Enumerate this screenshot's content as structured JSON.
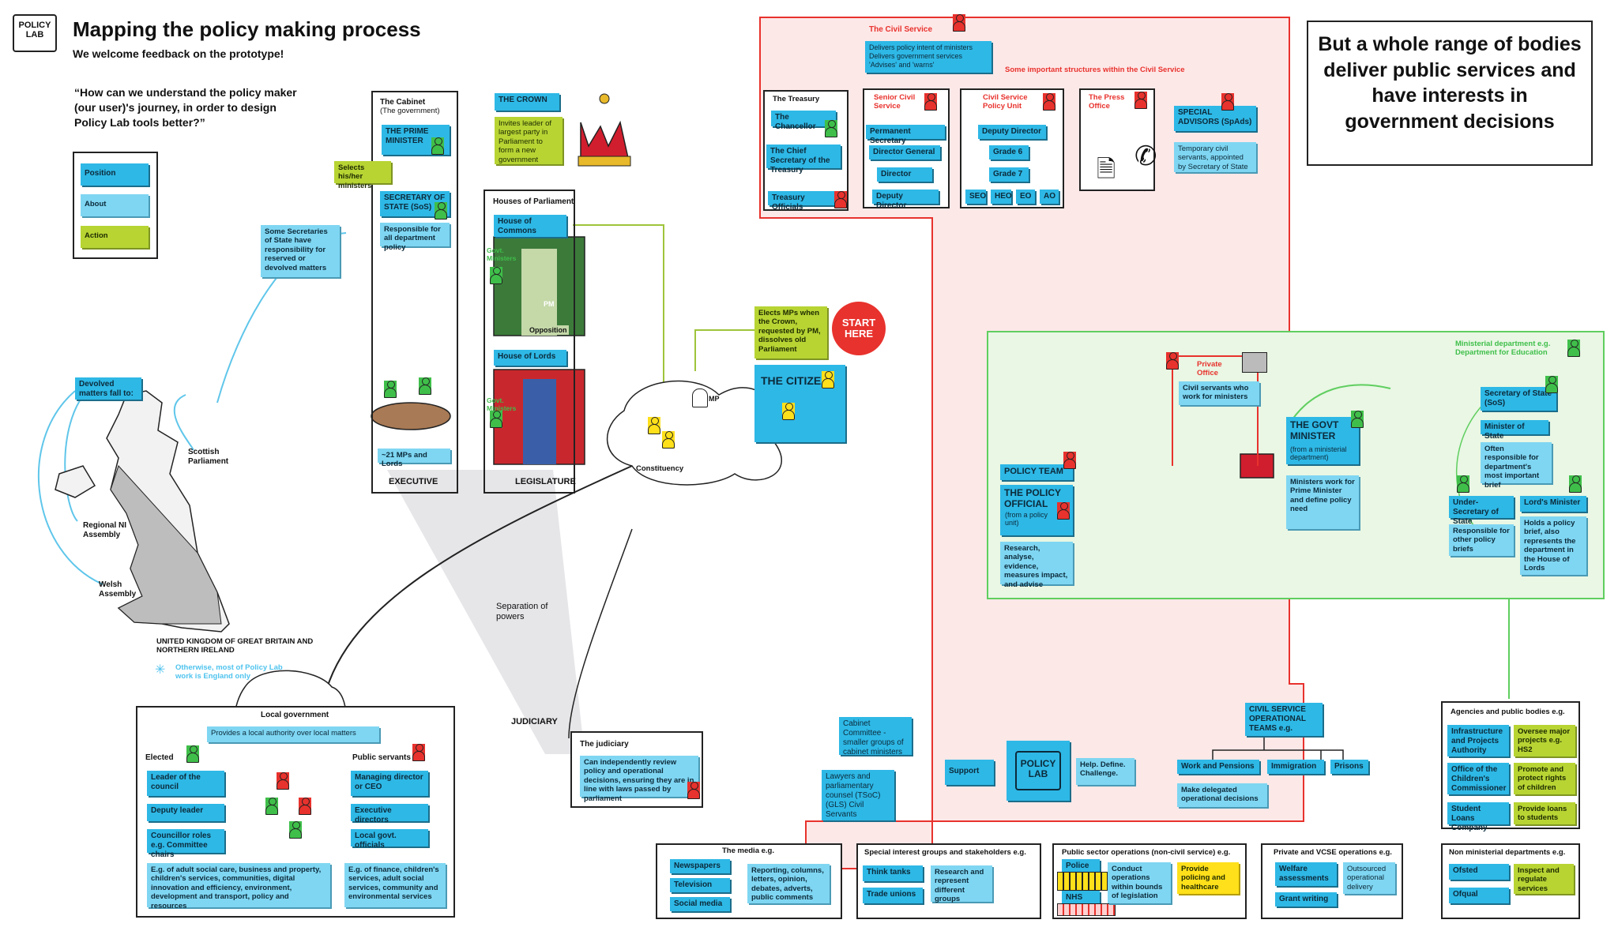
{
  "header": {
    "logo": "POLICY LAB",
    "title": "Mapping the policy making process",
    "subtitle": "We welcome feedback on the prototype!",
    "question": "“How can we understand the policy maker (our user)'s journey, in order to design Policy Lab tools better?”"
  },
  "key": {
    "position": "Position",
    "about": "About",
    "action": "Action"
  },
  "colors": {
    "blue": "#2eb8e6",
    "light_blue": "#7fd6f2",
    "green": "#b7d433",
    "red": "#e8322d",
    "zone_red": "#fde8e8",
    "zone_green": "#e9f7e4"
  },
  "devolved": {
    "secretaries_note": "Some Secretaries of State have responsibility for reserved or devolved matters",
    "fall_to": "Devolved matters fall to:",
    "scottish": "Scottish Parliament",
    "ni": "Regional NI Assembly",
    "welsh": "Welsh Assembly",
    "uk": "UNITED KINGDOM OF GREAT BRITAIN AND NORTHERN IRELAND",
    "england_note": "Otherwise, most of Policy Lab work is England only"
  },
  "cabinet": {
    "title": "The Cabinet",
    "subtitle": "(The government)",
    "pm": "THE PRIME MINISTER",
    "selects": "Selects his/her ministers",
    "sos": "SECRETARY OF STATE (SoS)",
    "sos_about": "Responsible for all department policy",
    "mps": "~21 MPs and Lords",
    "executive": "EXECUTIVE"
  },
  "crown": {
    "title": "THE CROWN",
    "action": "Invites leader of largest party in Parliament to form a new government"
  },
  "parliament": {
    "title": "Houses of Parliament",
    "commons": "House of Commons",
    "govt_ministers": "Govt. Ministers",
    "pm": "PM",
    "opposition": "Opposition",
    "lords": "House of Lords",
    "legislature": "LEGISLATURE"
  },
  "citizen": {
    "elects": "Elects MPs when the Crown, requested by PM, dissolves old Parliament",
    "start": "START HERE",
    "title": "THE CITIZEN",
    "mp": "MP",
    "constituency": "Constituency"
  },
  "separation": "Separation of powers",
  "judiciary": {
    "label": "JUDICIARY",
    "title": "The judiciary",
    "about": "Can independently review policy and operational decisions, ensuring they are in line with laws passed by parliament"
  },
  "local_gov": {
    "title": "Local government",
    "about": "Provides a local authority over local matters",
    "elected": "Elected",
    "public_servants": "Public servants",
    "leader": "Leader of the council",
    "deputy": "Deputy leader",
    "councillor": "Councillor roles e.g. Committee chairs",
    "md": "Managing director or CEO",
    "exec_dirs": "Executive directors",
    "local_officials": "Local govt. officials",
    "elected_about": "E.g. of adult social care, business and property, children's services, communities, digital innovation and efficiency, environment, development and transport, policy and resources",
    "servants_about": "E.g. of finance, children's services, adult social services, community and environmental services"
  },
  "civil_service": {
    "title": "The Civil Service",
    "bullets": [
      "Delivers policy intent of ministers",
      "Delivers government services",
      "'Advises' and 'warns'"
    ],
    "structures": "Some important structures within the Civil Service",
    "treasury": "The Treasury",
    "chancellor": "The Chancellor",
    "chief_sec": "The Chief Secretary of the Treasury",
    "treasury_officials": "Treasury Officials",
    "scs": "Senior Civil Service",
    "perm_sec": "Permanent Secretary",
    "dg": "Director General",
    "director": "Director",
    "deputy_director": "Deputy Director",
    "policy_unit": "Civil Service Policy Unit",
    "pu_deputy": "Deputy Director",
    "grade6": "Grade 6",
    "grade7": "Grade 7",
    "grades": [
      "SEO",
      "HEO",
      "EO",
      "AO"
    ],
    "press": "The Press Office",
    "spads": "SPECIAL ADVISORS (SpAds)",
    "spads_about": "Temporary civil servants, appointed by Secretary of State"
  },
  "headline": "But a whole range of bodies deliver public services and have interests in government decisions",
  "ministerial_dept": {
    "title": "Ministerial department e.g. Department for Education",
    "private_office": "Private Office",
    "private_about": "Civil servants who work for ministers",
    "govt_minister": "THE GOVT MINISTER",
    "govt_minister_sub": "(from a ministerial department)",
    "minister_about": "Ministers work for Prime Minister and define policy need",
    "sos": "Secretary of State (SoS)",
    "mos": "Minister of State",
    "mos_about": "Often responsible for department's most important brief",
    "under_sec": "Under-Secretary of State",
    "under_about": "Responsible for other policy briefs",
    "lords_min": "Lord's Minister",
    "lords_about": "Holds a policy brief, also represents the department in the House of Lords"
  },
  "policy_team": {
    "team": "POLICY TEAM",
    "official": "THE POLICY OFFICIAL",
    "official_sub": "(from a policy unit)",
    "about": "Research, analyse, evidence, measures impact, and advise"
  },
  "bottom_cs": {
    "cabinet_committee": "Cabinet Committee - smaller groups of cabinet ministers",
    "lawyers": "Lawyers and parliamentary counsel (TSoC) (GLS) Civil Servants",
    "support": "Support",
    "policy_lab_logo": "POLICY LAB",
    "help": "Help. Define. Challenge.",
    "ops_teams": "CIVIL SERVICE OPERATIONAL TEAMS e.g.",
    "work_pensions": "Work and Pensions",
    "immigration": "Immigration",
    "prisons": "Prisons",
    "delegated": "Make delegated operational decisions"
  },
  "agencies": {
    "title": "Agencies and public bodies e.g.",
    "items": [
      {
        "name": "Infrastructure and Projects Authority",
        "action": "Oversee major projects e.g. HS2"
      },
      {
        "name": "Office of the Children's Commissioner",
        "action": "Promote and protect rights of children"
      },
      {
        "name": "Student Loans Company",
        "action": "Provide loans to students"
      }
    ]
  },
  "media": {
    "title": "The media e.g.",
    "items": [
      "Newspapers",
      "Television",
      "Social media"
    ],
    "about": "Reporting, columns, letters, opinion, debates, adverts, public comments"
  },
  "interest": {
    "title": "Special interest groups and stakeholders e.g.",
    "items": [
      "Think tanks",
      "Trade unions"
    ],
    "about": "Research and represent different groups"
  },
  "public_ops": {
    "title": "Public sector operations (non-civil service) e.g.",
    "police": "Police",
    "nhs": "NHS",
    "about": "Conduct operations within bounds of legislation",
    "action": "Provide policing and healthcare"
  },
  "private_vcse": {
    "title": "Private and VCSE operations e.g.",
    "items": [
      "Welfare assessments",
      "Grant writing"
    ],
    "about": "Outsourced operational delivery"
  },
  "non_ministerial": {
    "title": "Non ministerial departments e.g.",
    "ofsted": "Ofsted",
    "ofsted_action": "Inspect and regulate services",
    "ofqual": "Ofqual"
  }
}
